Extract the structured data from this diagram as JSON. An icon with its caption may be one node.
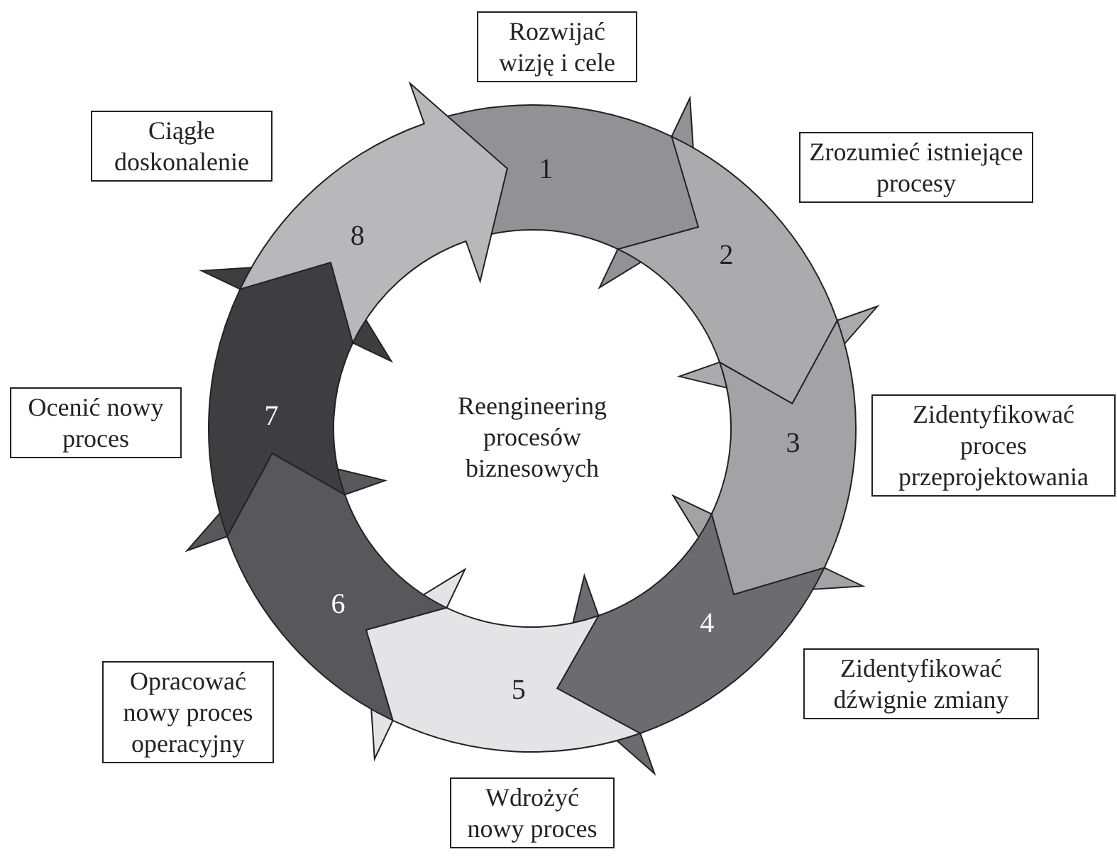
{
  "diagram": {
    "nodes": [
      {
        "text": [
          "1"
        ]
      },
      {
        "text": [
          "2"
        ]
      },
      {
        "text": [
          "3"
        ]
      },
      {
        "text": [
          "4"
        ]
      },
      {
        "text": [
          "5"
        ]
      },
      {
        "text": [
          "6"
        ]
      },
      {
        "text": [
          "7"
        ]
      },
      {
        "text": [
          "8"
        ]
      },
      {
        "text": [
          "Rozwijać wizję i cele"
        ]
      },
      {
        "text": [
          "Zrozumieć istniejące procesy"
        ]
      },
      {
        "text": [
          "Zidentyfikować proces przeprojektowania"
        ]
      },
      {
        "text": [
          "Zidentyfikować dźwignie zmiany"
        ]
      },
      {
        "text": [
          "Wdrożyć nowy proces"
        ]
      },
      {
        "text": [
          "Opracować nowy proces operacyjny"
        ]
      },
      {
        "text": [
          "Ocenić nowy proces"
        ]
      },
      {
        "text": [
          "Ciągłe doskonalenie"
        ]
      },
      {
        "text": [
          "Reengineering procesów biznesowych"
        ]
      }
    ],
    "edges": []
  }
}
